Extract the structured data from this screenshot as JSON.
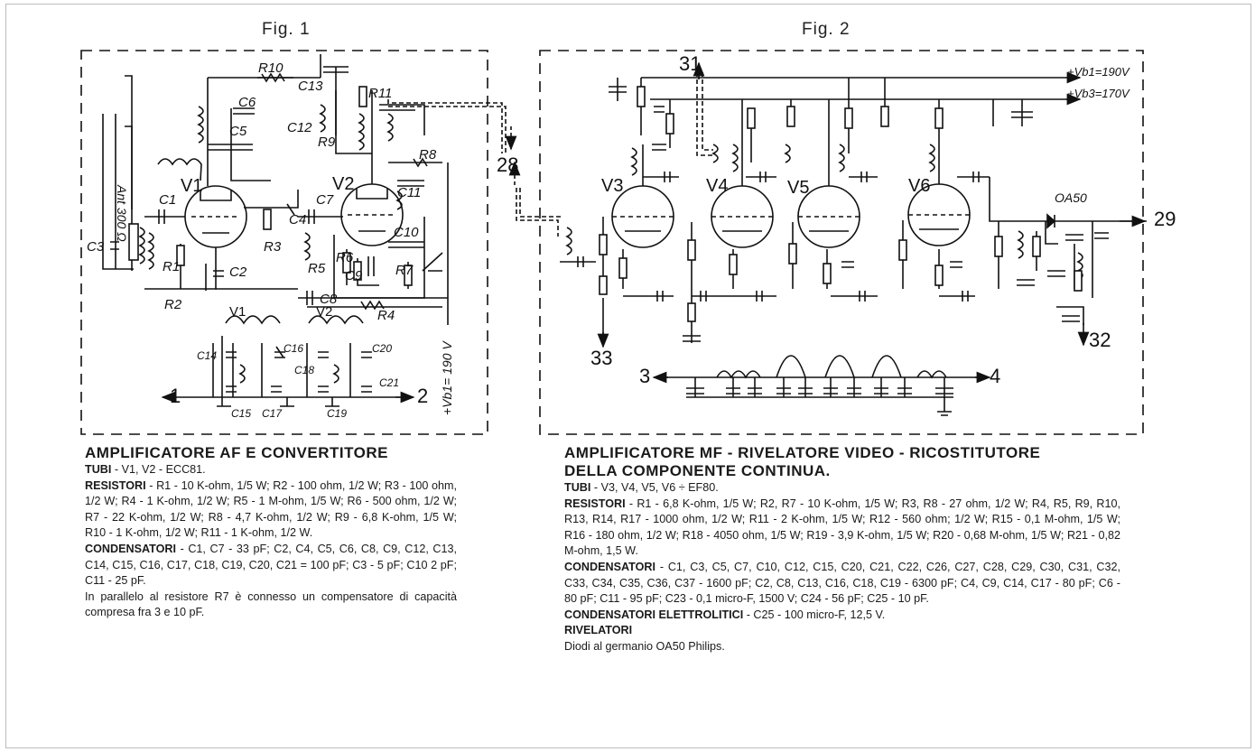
{
  "fig1": {
    "title": "Fig. 1",
    "component_labels": {
      "tubes": [
        "V1",
        "V2"
      ],
      "resistors": [
        "R1",
        "R2",
        "R3",
        "R4",
        "R5",
        "R6",
        "R7",
        "R8",
        "R9",
        "R10",
        "R11"
      ],
      "capacitors": [
        "C1",
        "C2",
        "C3",
        "C4",
        "C5",
        "C6",
        "C7",
        "C8",
        "C9",
        "C10",
        "C11",
        "C12",
        "C13",
        "C14",
        "C15",
        "C16",
        "C17",
        "C18",
        "C19",
        "C20",
        "C21"
      ],
      "antenna": "Ant 300 Ω",
      "supply": "+Vb1= 190 V",
      "terminals": [
        "1",
        "2",
        "28"
      ]
    },
    "caption": {
      "heading": "AMPLIFICATORE AF E CONVERTITORE",
      "tubes_label": "TUBI",
      "tubes_text": "- V1, V2 - ECC81.",
      "resistors_label": "RESISTORI",
      "resistors_text": "- R1 - 10 K-ohm, 1/5 W; R2 - 100 ohm, 1/2 W; R3 - 100 ohm, 1/2 W; R4 - 1 K-ohm, 1/2 W; R5 - 1 M-ohm, 1/5 W; R6 - 500 ohm, 1/2 W; R7 - 22 K-ohm, 1/2 W; R8 - 4,7 K-ohm, 1/2 W; R9 - 6,8 K-ohm, 1/5 W; R10 - 1 K-ohm, 1/2 W; R11 - 1 K-ohm, 1/2 W.",
      "capacitors_label": "CONDENSATORI",
      "capacitors_text": "- C1, C7 - 33 pF; C2, C4, C5, C6, C8, C9, C12, C13, C14, C15, C16, C17, C18, C19, C20, C21 = 100 pF; C3 - 5 pF; C10 2 pF; C11 - 25 pF.",
      "note_text": "In parallelo al resistore R7 è connesso un compensatore di capacità compresa fra 3 e 10 pF."
    }
  },
  "fig2": {
    "title": "Fig. 2",
    "component_labels": {
      "tubes": [
        "V3",
        "V4",
        "V5",
        "V6"
      ],
      "diode": "OA50",
      "supply_1": "+Vb1=190V",
      "supply_2": "+Vb3=170V",
      "terminals": [
        "31",
        "33",
        "29",
        "32",
        "3",
        "4"
      ]
    },
    "caption": {
      "heading_1": "AMPLIFICATORE MF - RIVELATORE VIDEO - RICOSTITUTORE",
      "heading_2": "DELLA COMPONENTE CONTINUA.",
      "tubes_label": "TUBI",
      "tubes_text": "- V3, V4, V5, V6 ÷ EF80.",
      "resistors_label": "RESISTORI",
      "resistors_text": "- R1 - 6,8 K-ohm, 1/5 W; R2, R7 - 10 K-ohm, 1/5 W; R3, R8 - 27 ohm, 1/2 W; R4, R5, R9, R10, R13, R14, R17 - 1000 ohm, 1/2 W; R11 - 2 K-ohm, 1/5 W; R12 - 560 ohm; 1/2 W; R15 - 0,1 M-ohm, 1/5 W; R16 - 180 ohm, 1/2 W; R18 - 4050 ohm, 1/5 W; R19 - 3,9 K-ohm, 1/5 W; R20 - 0,68 M-ohm, 1/5 W; R21 - 0,82 M-ohm, 1,5 W.",
      "capacitors_label": "CONDENSATORI",
      "capacitors_text": "- C1, C3, C5, C7, C10, C12, C15, C20, C21, C22, C26, C27, C28, C29, C30, C31, C32, C33, C34, C35, C36, C37 - 1600 pF; C2, C8, C13, C16, C18, C19 - 6300 pF; C4, C9, C14, C17 - 80 pF; C6 - 80 pF; C11 - 95 pF; C23 - 0,1 micro-F, 1500 V; C24 - 56 pF; C25 - 10 pF.",
      "electrolytic_label": "CONDENSATORI ELETTROLITICI",
      "electrolytic_text": "- C25 - 100 micro-F, 12,5 V.",
      "detectors_label": "RIVELATORI",
      "detectors_text": "Diodi al germanio OA50 Philips."
    }
  }
}
